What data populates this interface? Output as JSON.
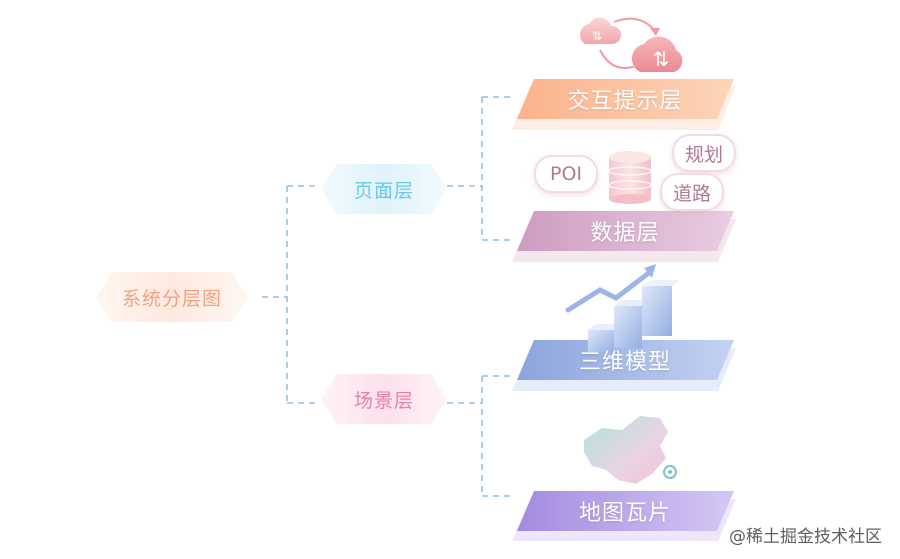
{
  "diagram": {
    "root": {
      "label": "系统分层图"
    },
    "branches": [
      {
        "label": "页面层"
      },
      {
        "label": "场景层"
      }
    ],
    "layers": [
      {
        "label": "交互提示层",
        "color_from": "#fbb38f",
        "color_to": "#fdd2b4"
      },
      {
        "label": "数据层",
        "color_from": "#cfa0c2",
        "color_to": "#e6c7dd"
      },
      {
        "label": "三维模型",
        "color_from": "#8ea7dd",
        "color_to": "#c3d0f1"
      },
      {
        "label": "地图瓦片",
        "color_from": "#a68de0",
        "color_to": "#d3c4f4"
      }
    ],
    "tags": [
      "POI",
      "规划",
      "道路"
    ],
    "colors": {
      "connector": "#8fc1ea",
      "root_text": "#f2a283",
      "page_text": "#6ec7e6",
      "scene_text": "#e97fae"
    }
  },
  "watermark": {
    "text": "@稀土掘金技术社区"
  }
}
